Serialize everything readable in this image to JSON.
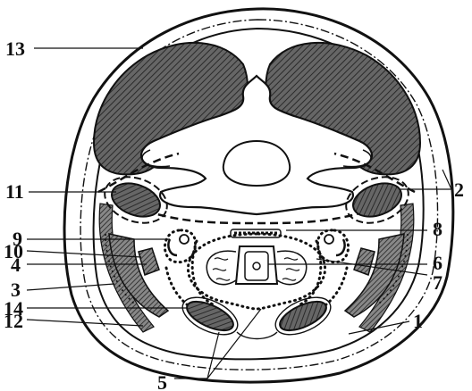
{
  "figure": {
    "labels": {
      "l1": "1",
      "l2": "2",
      "l3": "3",
      "l4": "4",
      "l5": "5",
      "l6": "6",
      "l7": "7",
      "l8": "8",
      "l9": "9",
      "l10": "10",
      "l11": "11",
      "l12": "12",
      "l13": "13",
      "l14": "14"
    }
  },
  "colors": {
    "ink": "#111111",
    "muscle_fill": "#555555",
    "background": "#ffffff"
  }
}
